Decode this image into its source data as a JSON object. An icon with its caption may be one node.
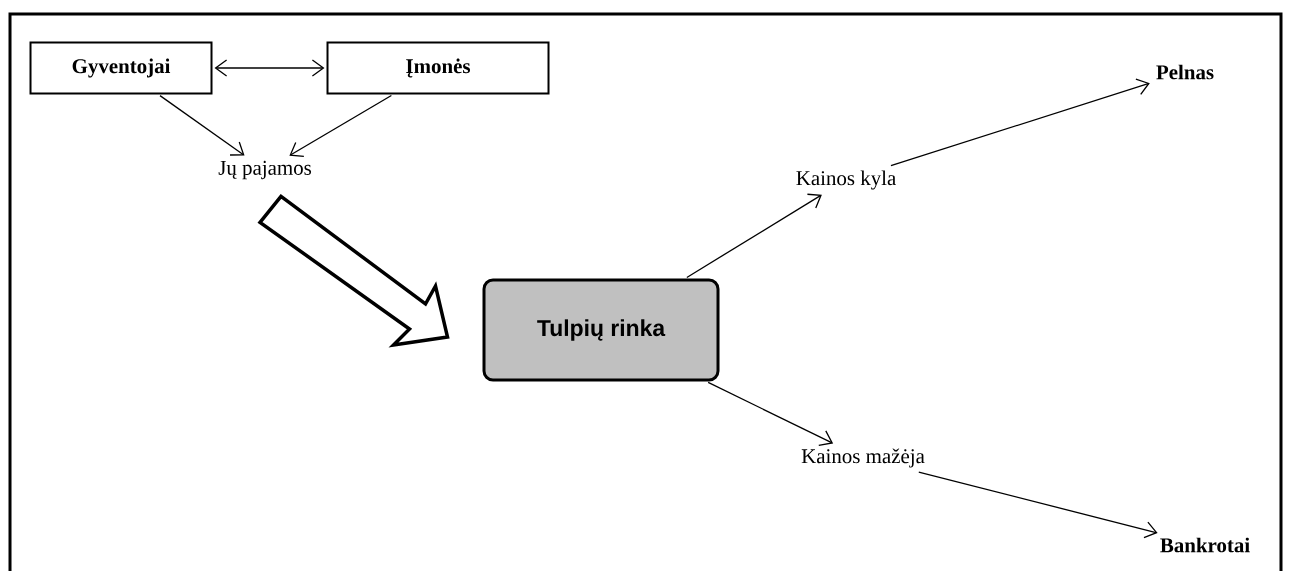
{
  "diagram": {
    "nodes": [
      {
        "text": [
          "Gyventojai"
        ]
      },
      {
        "text": [
          "Įmonės"
        ]
      },
      {
        "text": [
          "Jų pajamos"
        ]
      },
      {
        "text": [
          "Tulpių rinka"
        ]
      },
      {
        "text": [
          "Pelnas"
        ]
      },
      {
        "text": [
          "Kainos kyla"
        ]
      },
      {
        "text": [
          "Kainos mažėja"
        ]
      },
      {
        "text": [
          "Bankrotai"
        ]
      }
    ],
    "edges": [
      {
        "from": 0,
        "to": 1,
        "arrow": "both"
      },
      {
        "from": 0,
        "to": 2,
        "arrow": "to"
      },
      {
        "from": 1,
        "to": 2,
        "arrow": "to"
      },
      {
        "from": 2,
        "to": 3,
        "arrow": "to",
        "style": "thick"
      },
      {
        "from": 3,
        "to": 5,
        "arrow": "to"
      },
      {
        "from": 5,
        "to": 4,
        "arrow": "to"
      },
      {
        "from": 3,
        "to": 6,
        "arrow": "to"
      },
      {
        "from": 6,
        "to": 7,
        "arrow": "to"
      }
    ]
  }
}
